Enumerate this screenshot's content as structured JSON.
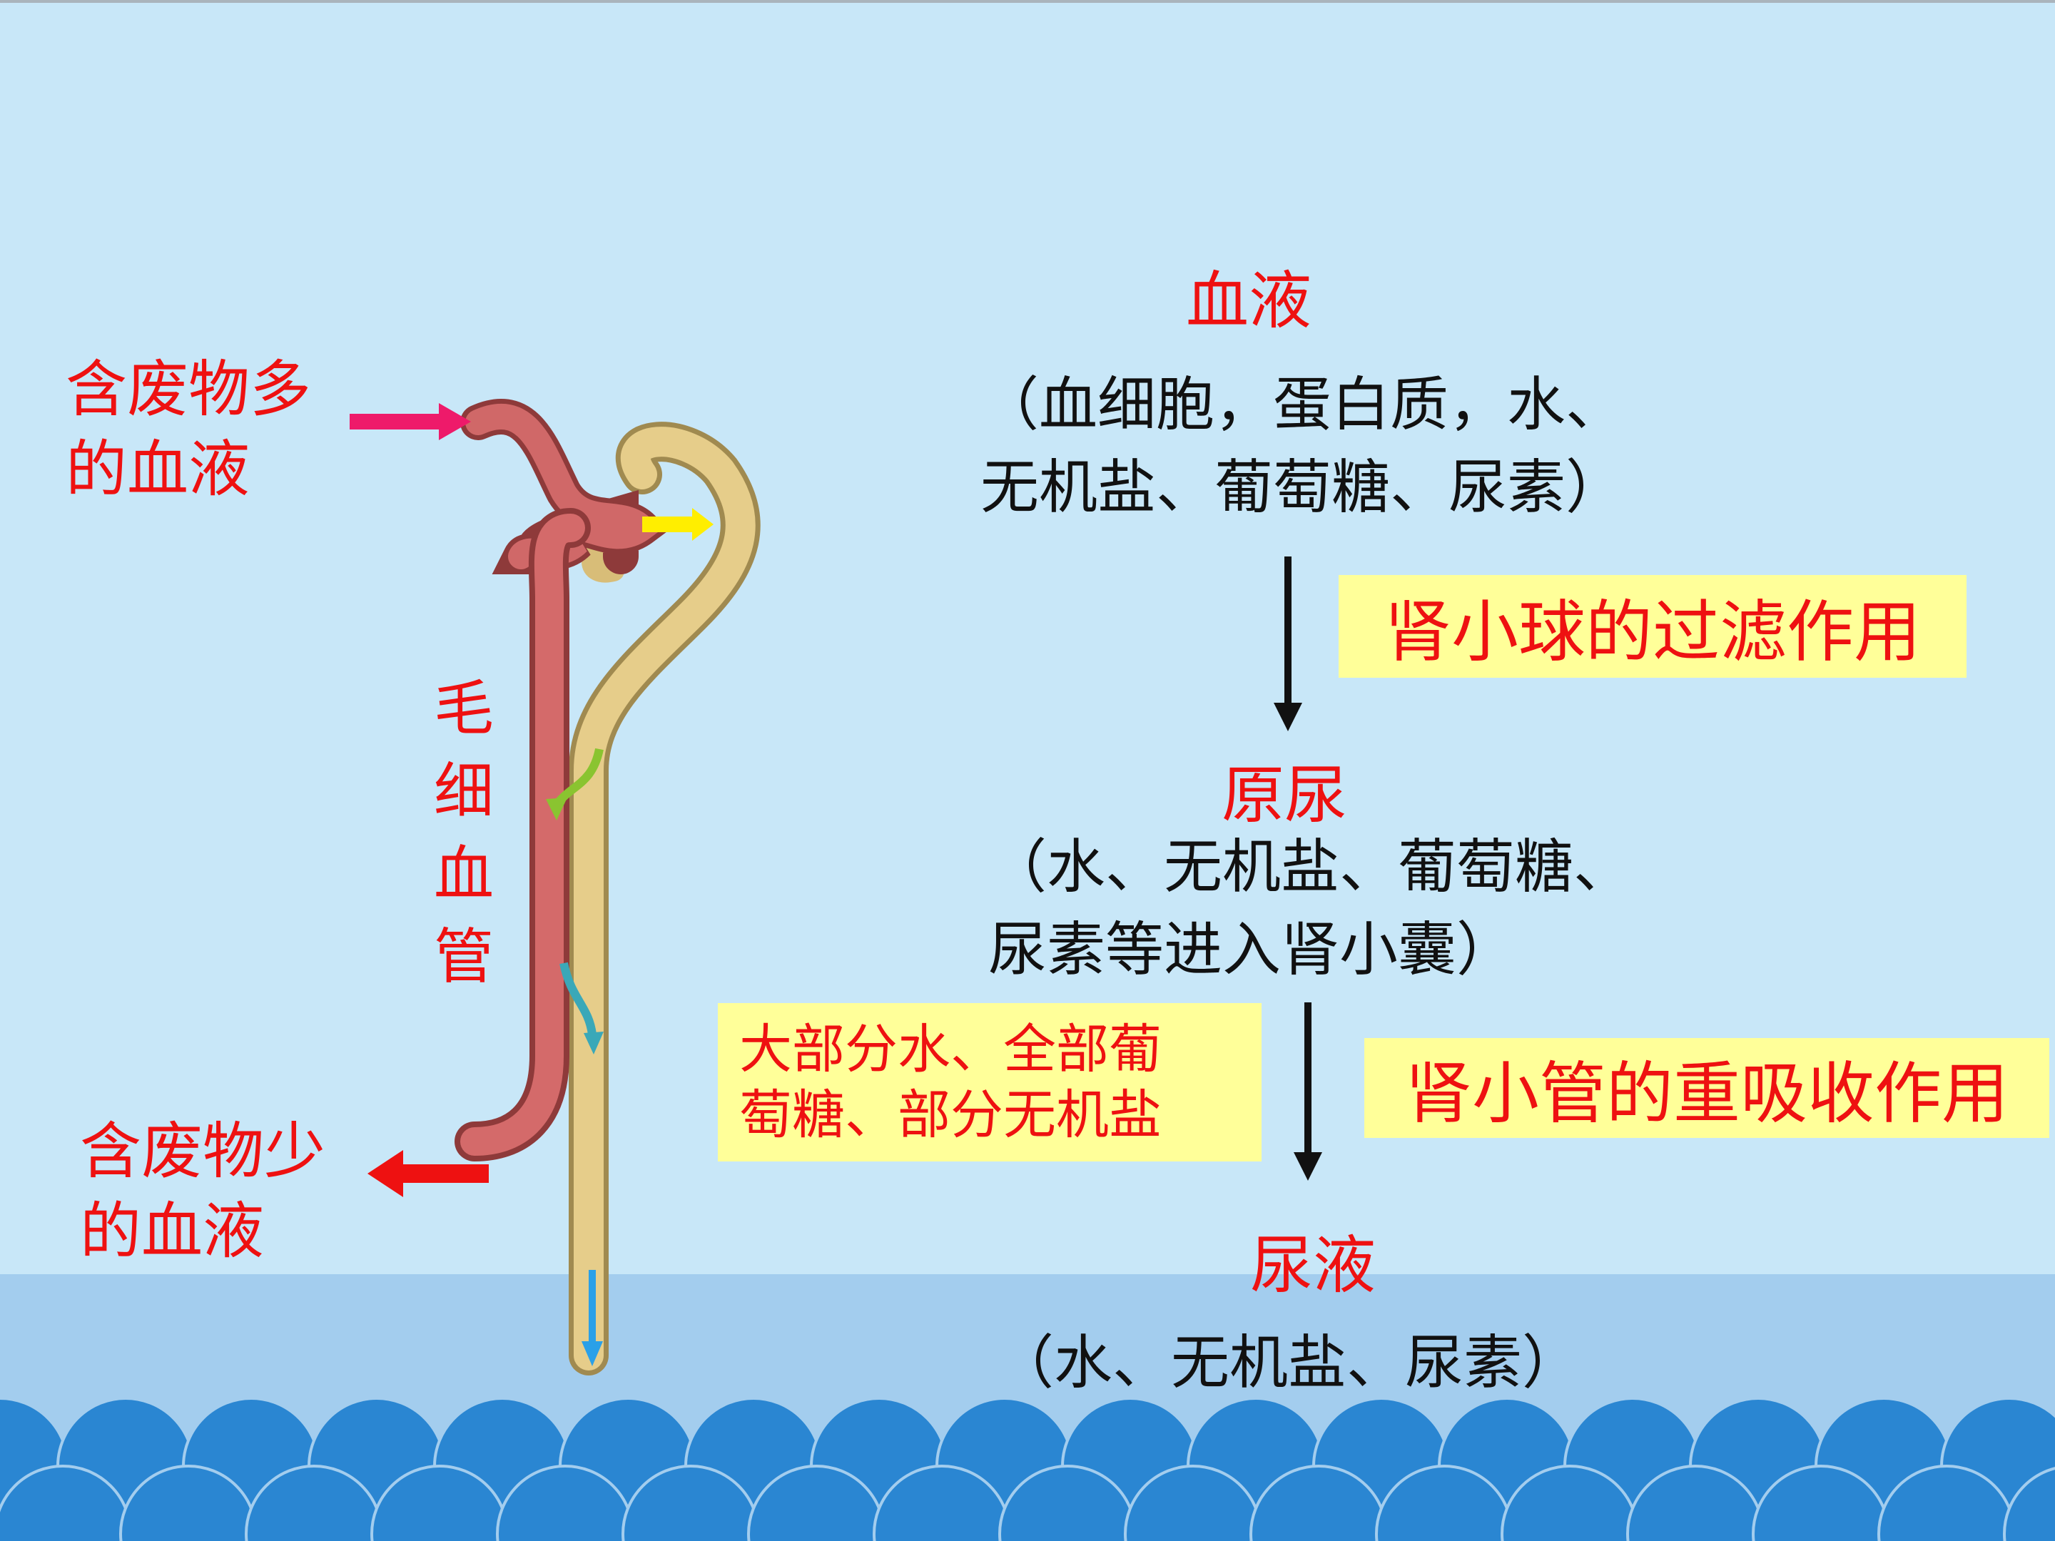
{
  "left_labels": {
    "blood_in": [
      "含废物多",
      "的血液"
    ],
    "blood_out": [
      "含废物少",
      "的血液"
    ],
    "capillary": "毛细血管"
  },
  "flow": {
    "blood_title": "血液",
    "blood_content": [
      "（血细胞，蛋白质，水、",
      "无机盐、葡萄糖、尿素）"
    ],
    "filtration_label": "肾小球的过滤作用",
    "primary_urine_title": "原尿",
    "primary_urine_content": [
      "（水、无机盐、葡萄糖、",
      "尿素等进入肾小囊）"
    ],
    "reabsorbed_note": [
      "大部分水、全部葡",
      "萄糖、部分无机盐"
    ],
    "reabsorption_label": "肾小管的重吸收作用",
    "urine_title": "尿液",
    "urine_content": "（水、无机盐、尿素）"
  },
  "colors": {
    "title_red": "#ee1111",
    "highlight_box": "#ffff99",
    "wave_blue": "#2a86d2"
  }
}
